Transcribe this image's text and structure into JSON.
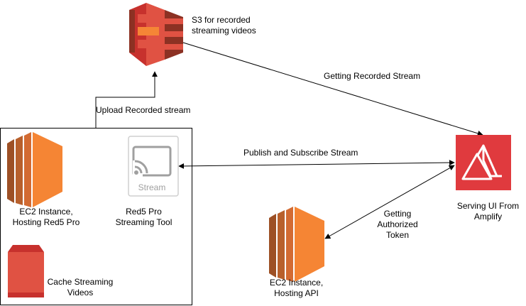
{
  "nodes": {
    "s3": {
      "line1": "S3 for recorded",
      "line2": "streaming videos",
      "icon": "s3-bucket-icon",
      "color": "#c7312d"
    },
    "ec2_red5": {
      "line1": "EC2 Instance,",
      "line2": "Hosting Red5 Pro",
      "icon": "ec2-icon",
      "color": "#f58534"
    },
    "red5_tool": {
      "line1": "Red5 Pro",
      "line2": "Streaming Tool",
      "icon": "cast-icon",
      "icon_text": "Stream"
    },
    "cache": {
      "line1": "Cache Streaming",
      "line2": "Videos",
      "icon": "cache-icon",
      "color": "#e05243"
    },
    "amplify": {
      "line1": "Serving UI From",
      "line2": "Amplify",
      "icon": "amplify-icon",
      "color": "#e03a3e"
    },
    "ec2_api": {
      "line1": "EC2 Instance,",
      "line2": "Hosting API",
      "icon": "ec2-icon",
      "color": "#f58534"
    }
  },
  "edges": {
    "upload": "Upload Recorded stream",
    "getting_recorded": "Getting Recorded Stream",
    "publish_subscribe": "Publish and Subscribe Stream",
    "token_line1": "Getting",
    "token_line2": "Authorized",
    "token_line3": "Token"
  }
}
